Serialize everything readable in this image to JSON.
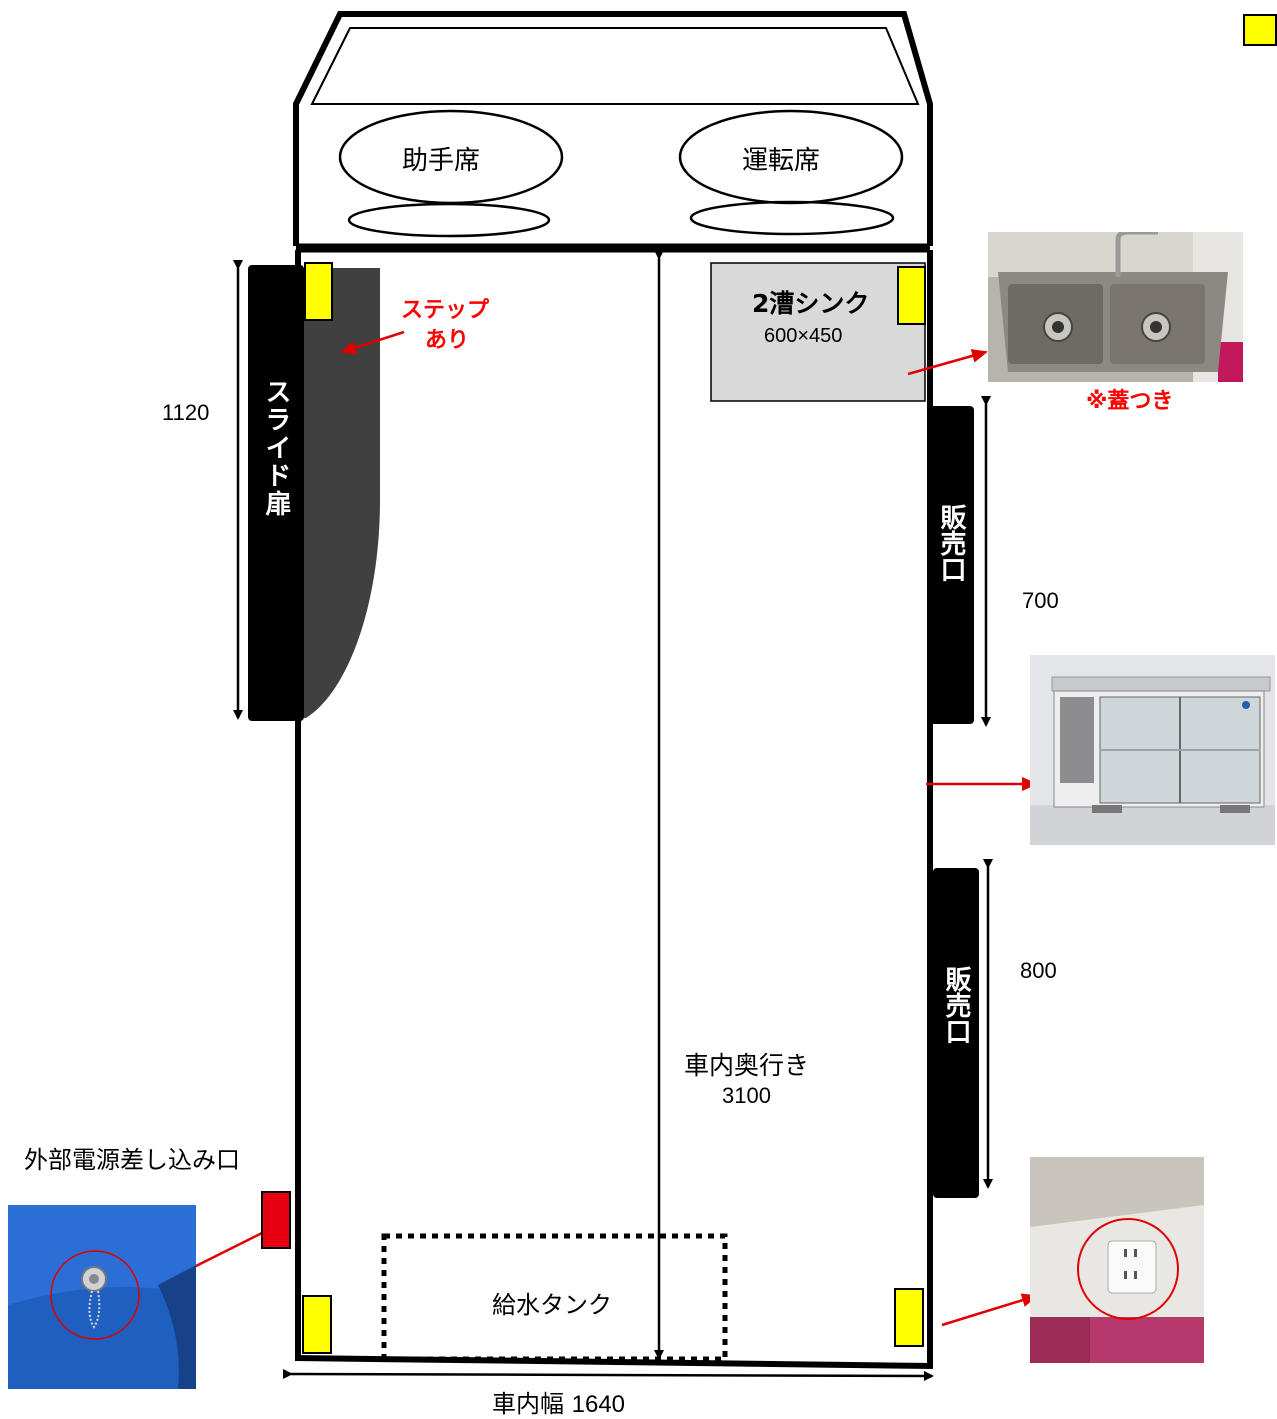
{
  "cab": {
    "passenger_seat": "助手席",
    "driver_seat": "運転席"
  },
  "sliding_door": {
    "label": "スライド扉",
    "dimension": "1120"
  },
  "step": {
    "label_line1": "ステップ",
    "label_line2": "あり",
    "color": "#ff0000"
  },
  "sink": {
    "title": "2漕シンク",
    "size": "600×450",
    "note": "※蓋つき"
  },
  "sales_window_1": {
    "label": "販売口",
    "dimension": "700"
  },
  "sales_window_2": {
    "label": "販売口",
    "dimension": "800"
  },
  "interior_depth": {
    "label": "車内奥行き",
    "value": "3100"
  },
  "interior_width": {
    "label": "車内幅",
    "value": "1640"
  },
  "water_tank": {
    "label": "給水タンク"
  },
  "external_power": {
    "label": "外部電源差し込み口",
    "color": "#e60012"
  },
  "legend": {
    "marker_color": "#ffff00"
  }
}
